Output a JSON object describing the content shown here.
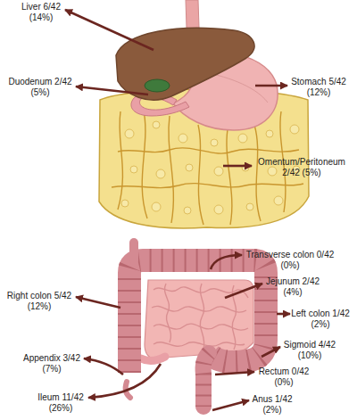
{
  "diagram": {
    "labels": [
      "Liver 6/42 (14%)",
      "Stomach 5/42 (12%)",
      "Duodenum 2/42 (5%)",
      "Omentum/Peritoneum 2/42 (5%)",
      "Transverse colon 0/42 (0%)",
      "Jejunum 2/42 (4%)",
      "Right colon 5/42 (12%)",
      "Left colon 1/42 (2%)",
      "Sigmoid 4/42 (10%)",
      "Appendix 3/42 (7%)",
      "Rectum 0/42 (0%)",
      "Ileum 11/42 (26%)",
      "Anus 1/42 (2%)"
    ]
  }
}
